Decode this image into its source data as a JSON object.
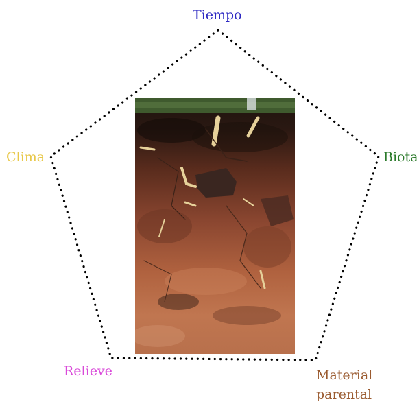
{
  "colors": {
    "tiempo": "#2d29c2",
    "clima": "#e8c84a",
    "biota": "#2b7a2b",
    "relieve": "#d94ad9",
    "material": "#9a5a2f",
    "dots": "#000000",
    "photo_dark": "#2a1812",
    "photo_mid": "#6b3524",
    "photo_light": "#b86a45",
    "photo_pale": "#c9876a",
    "vegetation": "#3f5a2e",
    "root": "#e6d19a"
  },
  "factors": {
    "tiempo": "Tiempo",
    "clima": "Clima",
    "biota": "Biota",
    "relieve": "Relieve",
    "material_line1": "Material",
    "material_line2": "parental"
  },
  "photo": {
    "subject": "soil profile photograph"
  }
}
